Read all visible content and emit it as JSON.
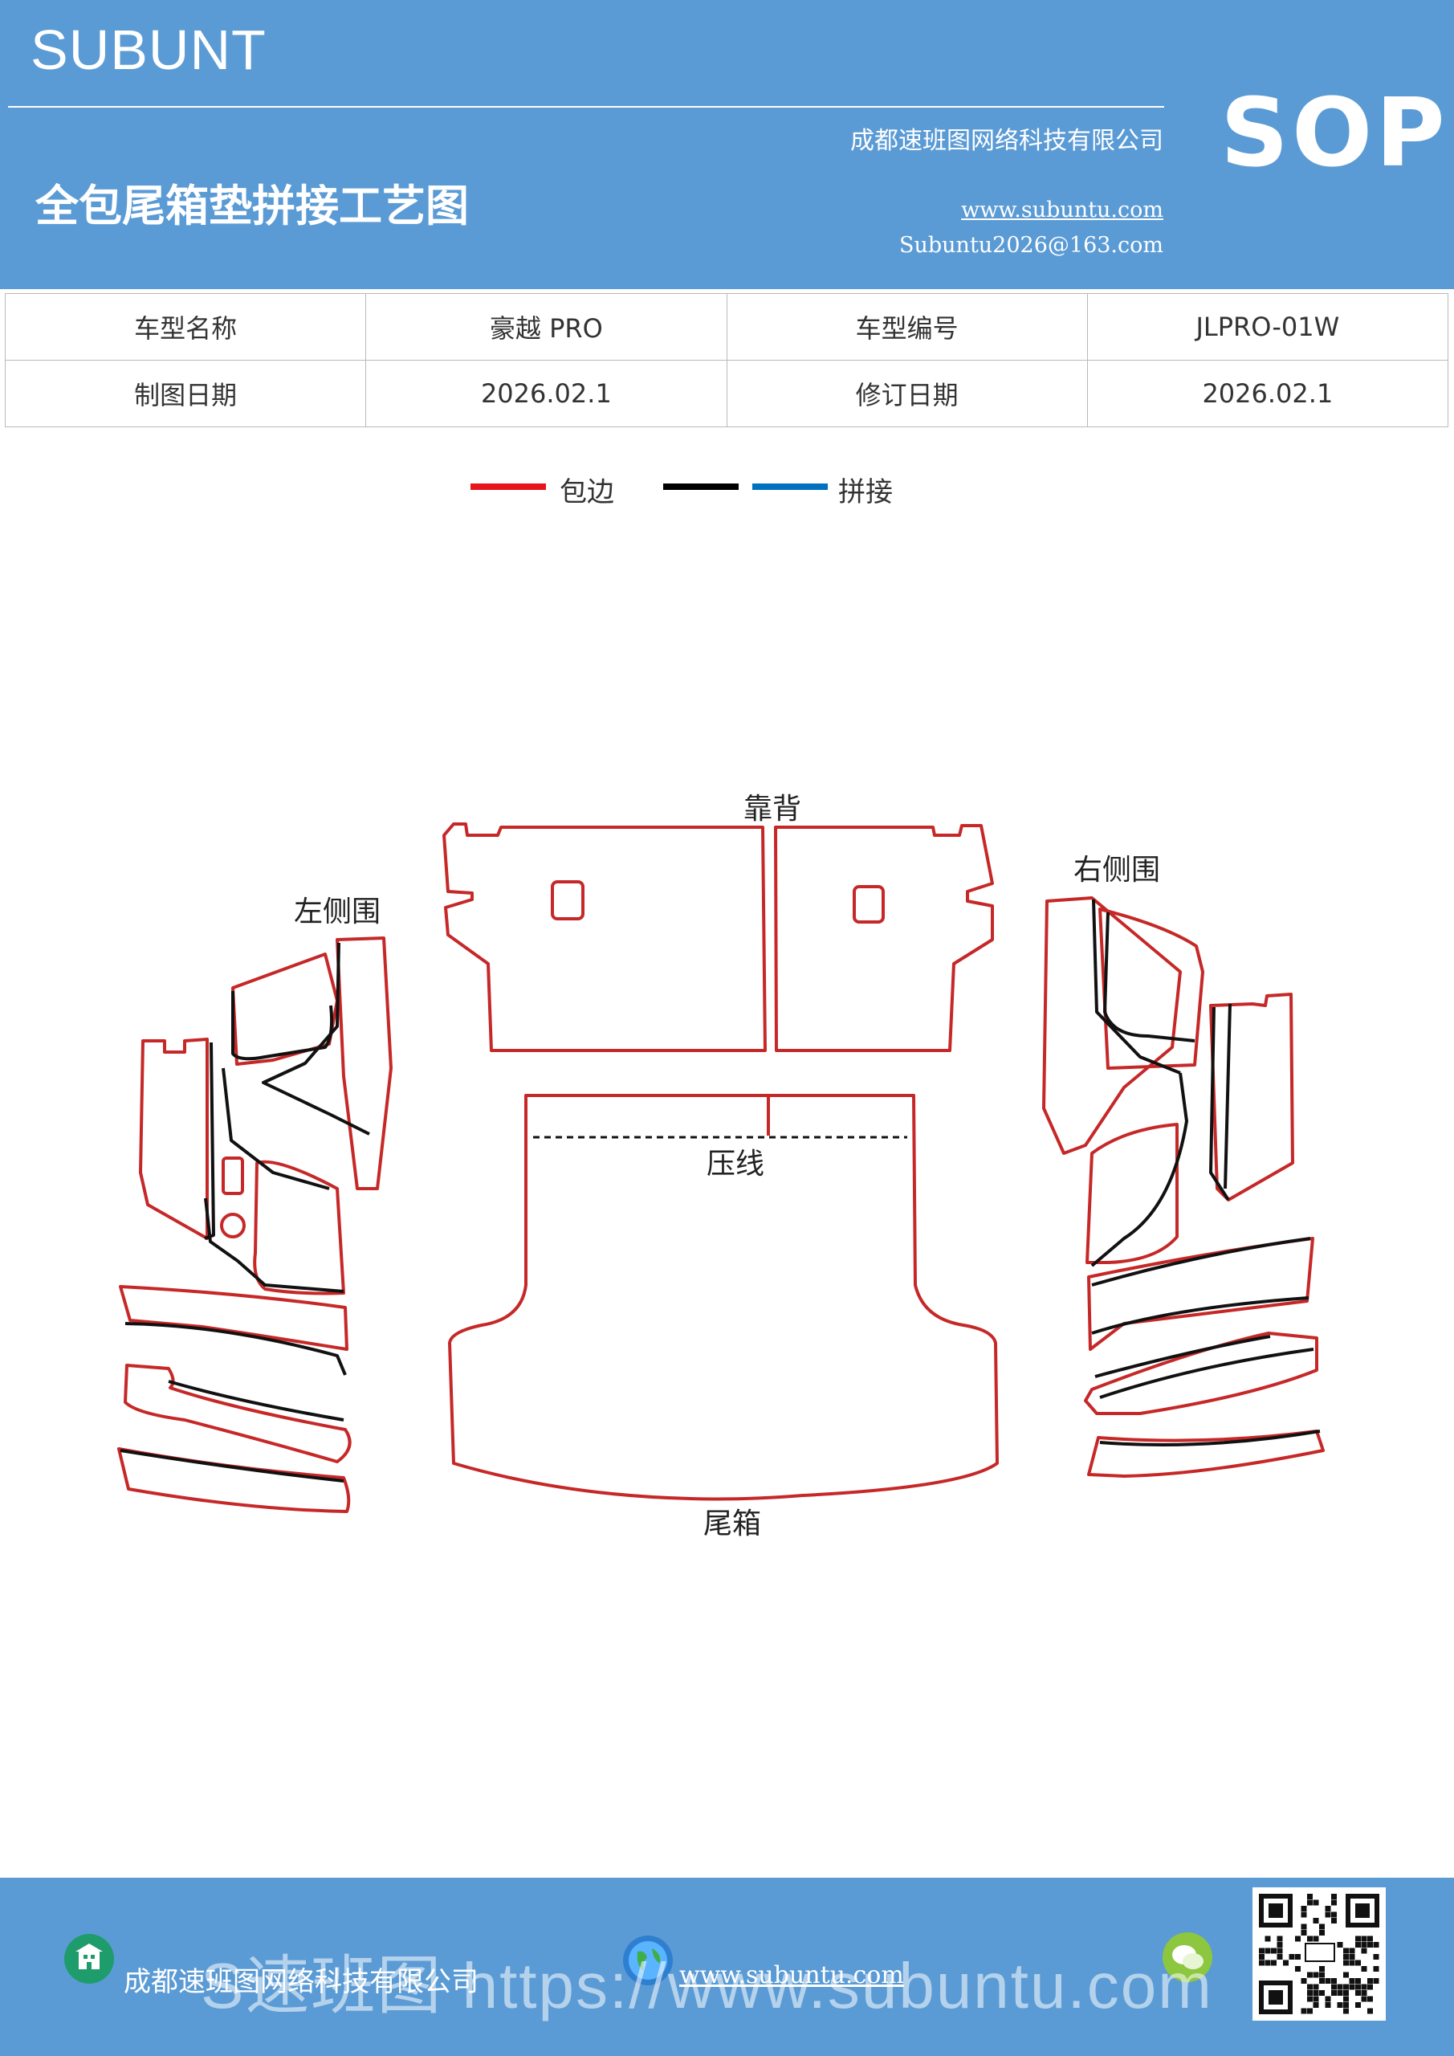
{
  "header": {
    "brand": "SUBUNT",
    "badge": "SOP",
    "title": "全包尾箱垫拼接工艺图",
    "company": "成都速班图网络科技有限公司",
    "website": "www.subuntu.com",
    "email": "Subuntu2026@163.com"
  },
  "info_table": {
    "rows": [
      [
        "车型名称",
        "豪越 PRO",
        "车型编号",
        "JLPRO-01W"
      ],
      [
        "制图日期",
        "2026.02.1",
        "修订日期",
        "2026.02.1"
      ]
    ]
  },
  "legend": {
    "items": [
      {
        "color": "#e8141b",
        "label": "包边"
      },
      {
        "color": "#000000",
        "label": ""
      },
      {
        "color": "#0070c0",
        "label": "拼接"
      }
    ]
  },
  "diagram": {
    "labels": {
      "backrest": "靠背",
      "left_side": "左侧围",
      "right_side": "右侧围",
      "crease": "压线",
      "trunk": "尾箱"
    },
    "colors": {
      "edge": "#c62828",
      "seam": "#000000"
    }
  },
  "footer": {
    "company": "成都速班图网络科技有限公司",
    "website": "www.subuntu.com",
    "watermark": "S速班图 https://www.subuntu.com"
  },
  "icons": [
    "building-icon",
    "globe-icon",
    "wechat-icon",
    "qr-code-icon"
  ]
}
